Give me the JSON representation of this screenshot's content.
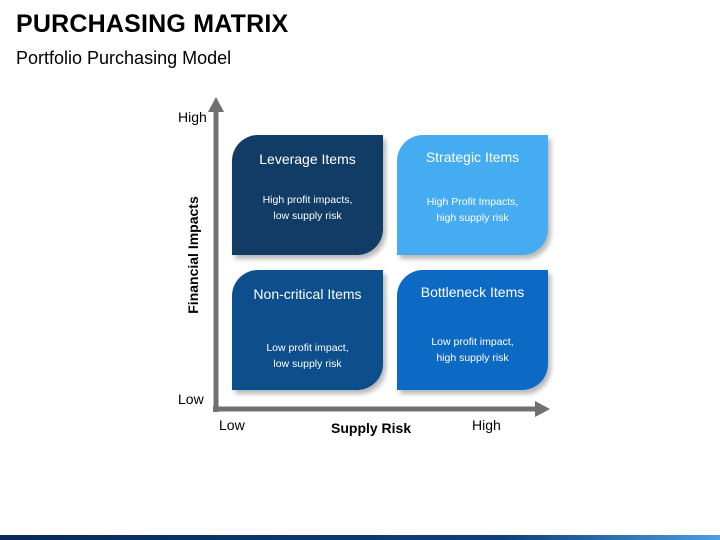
{
  "header": {
    "title": "PURCHASING MATRIX",
    "subtitle": "Portfolio Purchasing Model"
  },
  "axes": {
    "y_title": "Financial Impacts",
    "x_title": "Supply Risk",
    "y_high": "High",
    "y_low": "Low",
    "x_low": "Low",
    "x_high": "High"
  },
  "quadrants": [
    {
      "title": "Leverage Items",
      "desc": "High profit impacts,\nlow supply risk",
      "color": "#103c66"
    },
    {
      "title": "Strategic Items",
      "desc": "High Profit Impacts,\nhigh supply risk",
      "color": "#45acf2"
    },
    {
      "title": "Non-critical Items",
      "desc": "Low profit impact,\nlow supply risk",
      "color": "#0d4e8c"
    },
    {
      "title": "Bottleneck Items",
      "desc": "Low profit impact,\nhigh supply risk",
      "color": "#0d6ac4"
    }
  ],
  "colors": {
    "axis": "#707070"
  }
}
